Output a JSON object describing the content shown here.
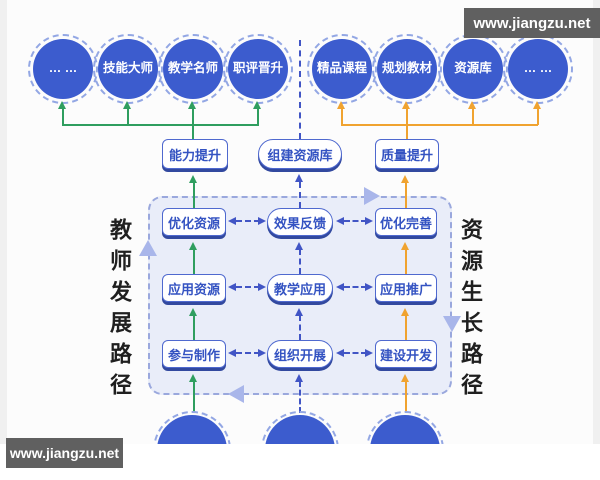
{
  "colors": {
    "circle-blue": "#3c5cce",
    "ring-blue": "#93a7e4",
    "box-border": "#4f69cf",
    "box-text": "#3453c2",
    "box-shadow": "#32499f",
    "green": "#2f9e5f",
    "orange": "#f0a330",
    "dash-blue": "#4155c5",
    "panel-fill": "#e9edf9",
    "panel-border": "#9aa8dd",
    "big-arrow": "#a9b6ea",
    "badge-bg": "#606060",
    "label-text": "#1f1f1f"
  },
  "watermarks": {
    "top_right": "www.jiangzu.net",
    "bottom_left": "www.jiangzu.net"
  },
  "side_labels": {
    "left": "教师发展路径",
    "right": "资源生长路径"
  },
  "top_circles_left": [
    "… …",
    "技能大师",
    "教学名师",
    "职评晋升"
  ],
  "top_circles_right": [
    "精品课程",
    "规划教材",
    "资源库",
    "… …"
  ],
  "hubs": {
    "left": "能力提升",
    "center": "组建资源库",
    "right": "质量提升"
  },
  "matrix_rows": [
    {
      "left": "优化资源",
      "center": "效果反馈",
      "right": "优化完善"
    },
    {
      "left": "应用资源",
      "center": "教学应用",
      "right": "应用推广"
    },
    {
      "left": "参与制作",
      "center": "组织开展",
      "right": "建设开发"
    }
  ]
}
